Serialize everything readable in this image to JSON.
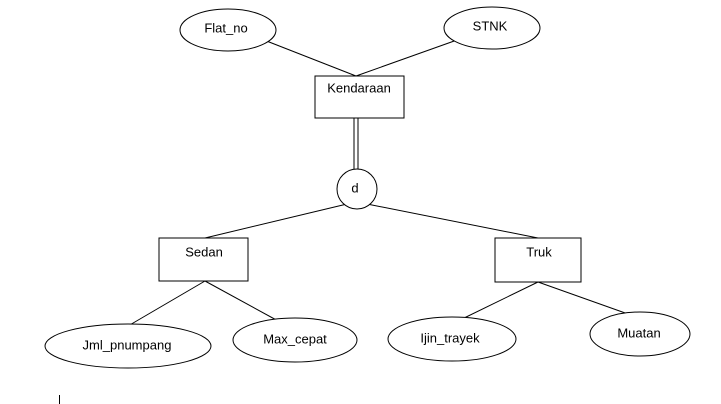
{
  "diagram": {
    "entities": {
      "kendaraan": "Kendaraan",
      "sedan": "Sedan",
      "truk": "Truk"
    },
    "attributes": {
      "flat_no": "Flat_no",
      "stnk": "STNK",
      "jml_pnumpang": "Jml_pnumpang",
      "max_cepat": "Max_cepat",
      "ijin_trayek": "Ijin_trayek",
      "muatan": "Muatan"
    },
    "specialization": {
      "label": "d"
    }
  }
}
